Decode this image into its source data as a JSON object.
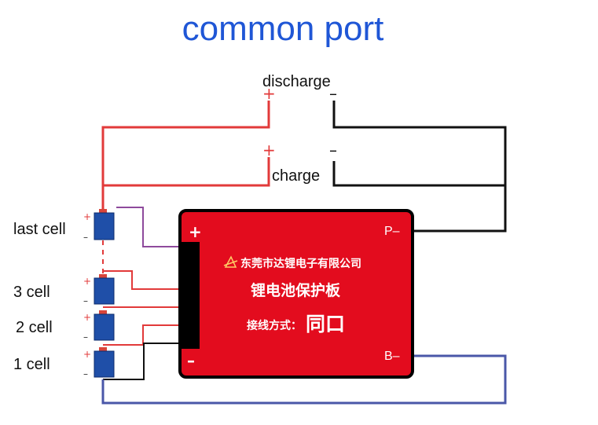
{
  "title": "common port",
  "labels": {
    "discharge": "discharge",
    "charge": "charge",
    "plus": "+",
    "minus": "–"
  },
  "cells": [
    {
      "label": "last cell"
    },
    {
      "label": "3 cell"
    },
    {
      "label": "2 cell"
    },
    {
      "label": "1 cell"
    }
  ],
  "board": {
    "p_minus": "P–",
    "b_minus": "B–",
    "plus": "+",
    "minus": "–",
    "company": "东莞市达锂电子有限公司",
    "product": "锂电池保护板",
    "wiring_label": "接线方式：",
    "wiring_value": "同口"
  },
  "colors": {
    "red_wire": "#e23a3a",
    "black_wire": "#111111",
    "blue_wire": "#4a57a8",
    "purple_wire": "#8e4a9c",
    "board": "#e30c1e",
    "cell": "#1f4fa8",
    "title": "#1f56d6"
  }
}
